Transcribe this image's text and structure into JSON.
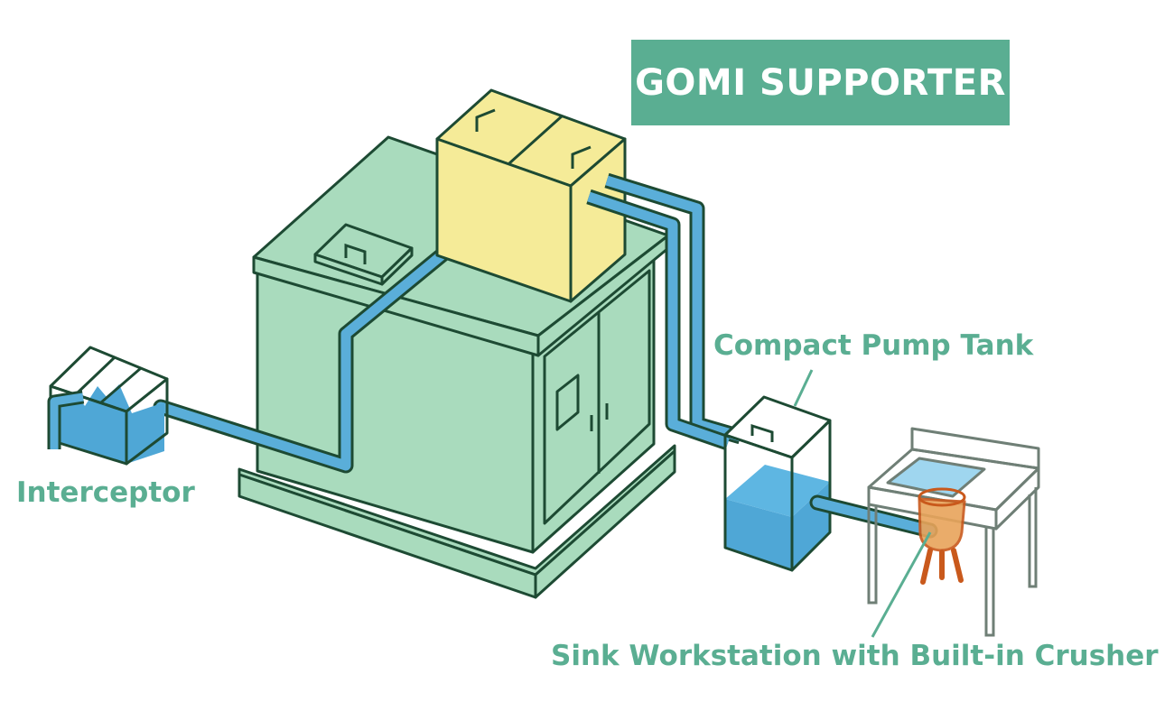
{
  "title": "GOMI SUPPORTER",
  "labels": {
    "interceptor": "Interceptor",
    "pump_tank": "Compact Pump Tank",
    "sink": "Sink Workstation with Built-in Crusher"
  },
  "colors": {
    "outline": "#1d4a33",
    "building_fill": "#a9dbbd",
    "box_fill": "#f5eb98",
    "pipe": "#5aaed9",
    "water": "#4fa7d6",
    "accent": "#5aae92",
    "crusher": "#e8a45a",
    "crusher_legs": "#c9591c",
    "sink_outline": "#6f7f76"
  },
  "icons": {
    "building": "treatment-unit-illustration",
    "box": "gomi-supporter-box-illustration",
    "interceptor": "interceptor-tank-illustration",
    "pump": "pump-tank-illustration",
    "sink": "sink-workstation-illustration"
  }
}
